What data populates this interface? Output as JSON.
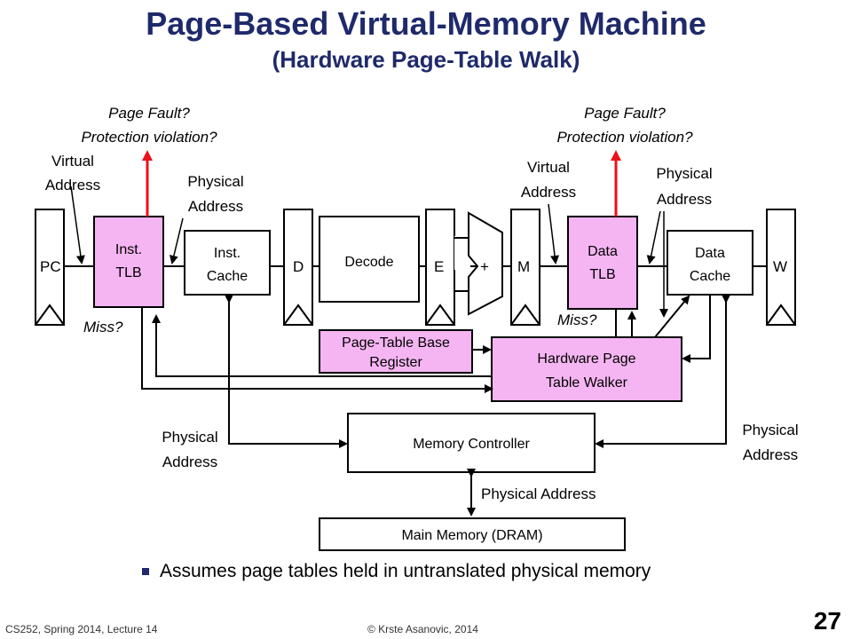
{
  "title": "Page-Based Virtual-Memory Machine",
  "subtitle": "(Hardware Page-Table Walk)",
  "stages": {
    "pc": "PC",
    "d": "D",
    "e": "E",
    "m": "M",
    "w": "W",
    "plus": "+"
  },
  "boxes": {
    "inst_tlb": [
      "Inst.",
      "TLB"
    ],
    "inst_cache": [
      "Inst.",
      "Cache"
    ],
    "decode": "Decode",
    "data_tlb": [
      "Data",
      "TLB"
    ],
    "data_cache": [
      "Data",
      "Cache"
    ],
    "ptbr": [
      "Page-Table Base",
      "Register"
    ],
    "walker": [
      "Hardware Page",
      "Table Walker"
    ],
    "mem_ctrl": "Memory Controller",
    "main_mem": "Main Memory (DRAM)"
  },
  "labels": {
    "page_fault_left": [
      "Page Fault?",
      "Protection violation?"
    ],
    "page_fault_right": [
      "Page Fault?",
      "Protection violation?"
    ],
    "virtual_addr_left": [
      "Virtual",
      "Address"
    ],
    "physical_addr_left": [
      "Physical",
      "Address"
    ],
    "virtual_addr_right": [
      "Virtual",
      "Address"
    ],
    "physical_addr_right": [
      "Physical",
      "Address"
    ],
    "miss_left": "Miss?",
    "miss_right": "Miss?",
    "phys_addr_bottom_left": [
      "Physical",
      "Address"
    ],
    "phys_addr_bottom_right": [
      "Physical",
      "Address"
    ],
    "phys_addr_mem": "Physical Address"
  },
  "bullet": "Assumes page tables held in untranslated physical memory",
  "footer": {
    "course": "CS252, Spring 2014, Lecture 14",
    "copyright": "© Krste Asanovic, 2014",
    "page": "27"
  },
  "colors": {
    "tlb_fill": "#f5b5f2",
    "fault_arrow": "#e8121b",
    "title": "#1f2a6b"
  }
}
